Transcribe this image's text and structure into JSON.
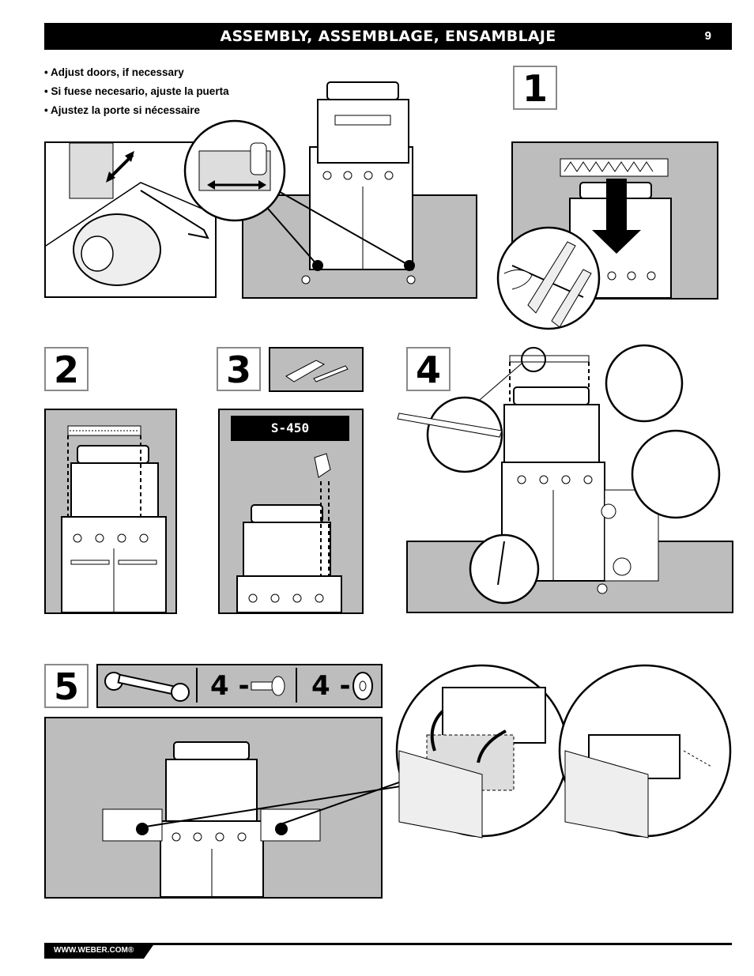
{
  "header": {
    "title": "ASSEMBLY, ASSEMBLAGE, ENSAMBLAJE",
    "page_number": "9"
  },
  "instructions": [
    "• Adjust doors, if necessary",
    "• Si fuese necesario, ajuste la puerta",
    "• Ajustez la porte si nécessaire"
  ],
  "steps": {
    "step1": "1",
    "step2": "2",
    "step3": "3",
    "step4": "4",
    "step5": "5"
  },
  "model_label": "S-450",
  "parts": {
    "screw_qty": "4 -",
    "washer_qty": "4 -"
  },
  "footer": {
    "url": "WWW.WEBER.COM®"
  }
}
